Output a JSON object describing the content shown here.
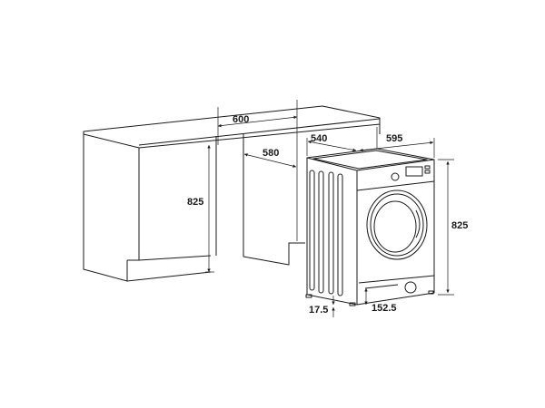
{
  "title": "Built-in washing machine installation dimensions",
  "dimensions": {
    "cabinet_width": "600",
    "cabinet_depth": "580",
    "cabinet_height": "825",
    "machine_depth": "540",
    "machine_width": "595",
    "machine_height": "825",
    "foot_height": "17.5",
    "plinth_recess": "152.5"
  }
}
